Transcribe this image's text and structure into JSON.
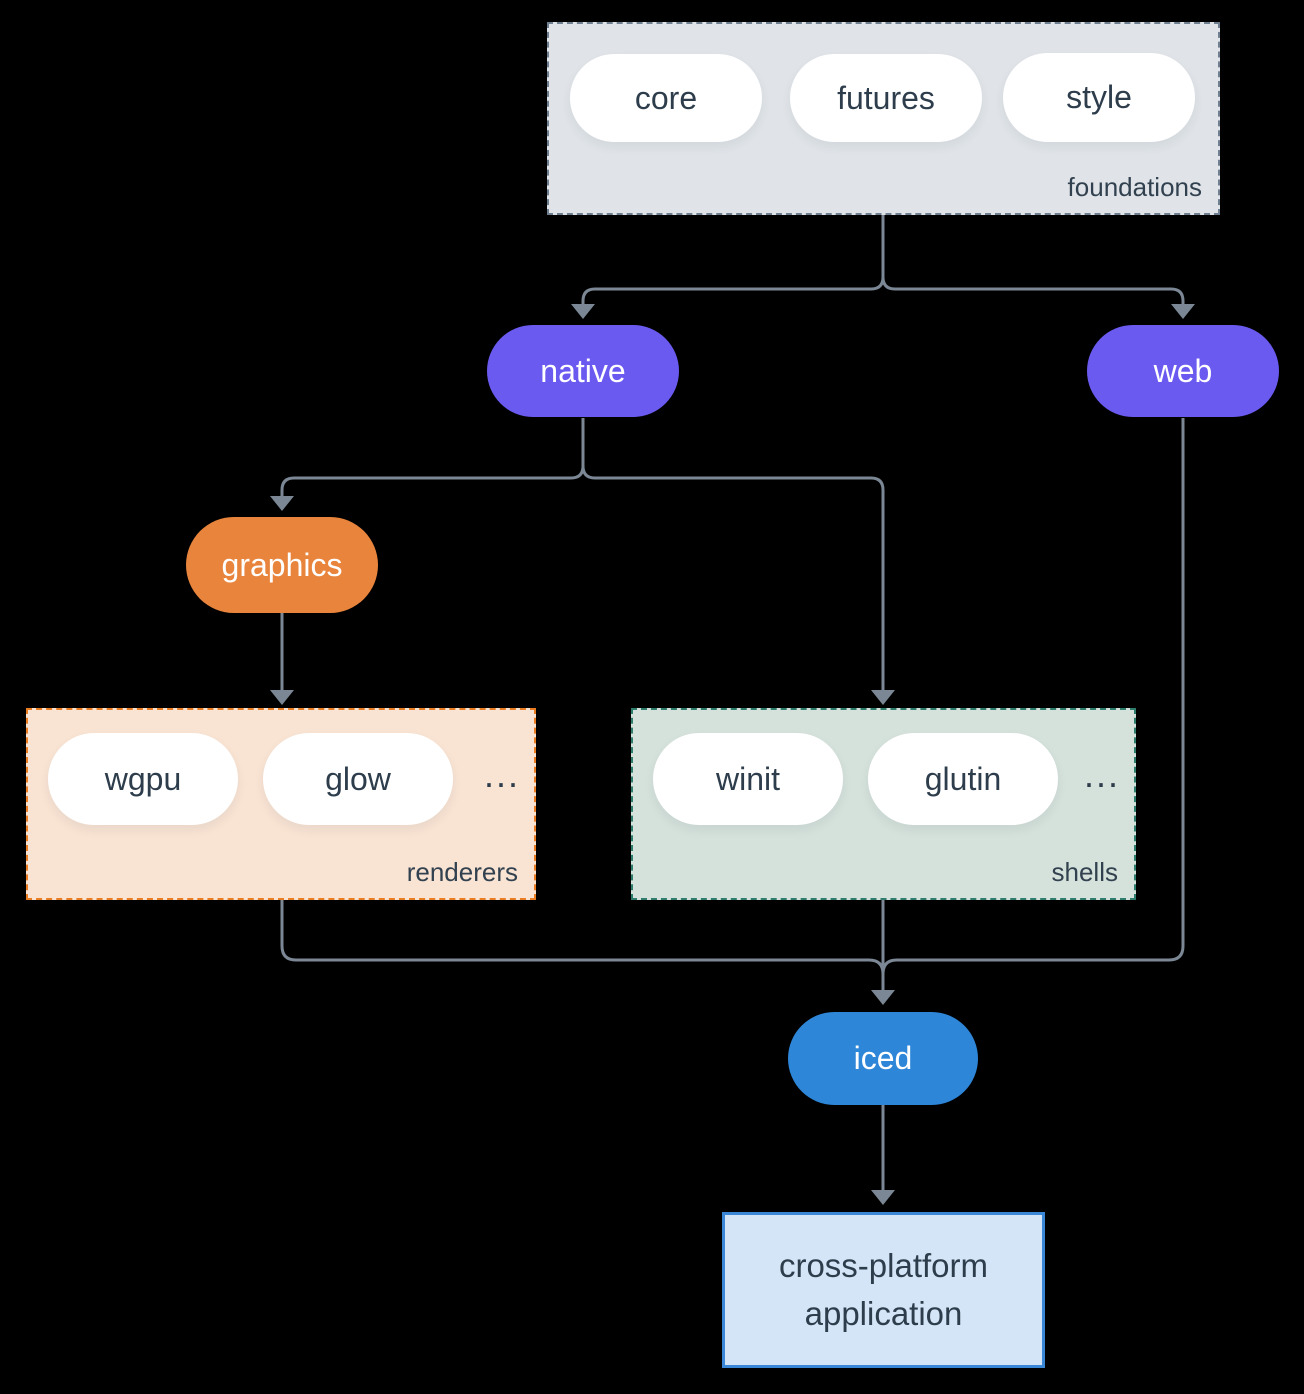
{
  "colors": {
    "background": "#000000",
    "arrow": "#7b8794",
    "node-text": "#2e3d4c",
    "label-text": "#32414f",
    "pill-white": "#ffffff",
    "purple": "#6a5af0",
    "orange": "#e8843c",
    "blue": "#2e86d8",
    "foundations-fill": "#e0e4e8",
    "foundations-border": "#6f7f8f",
    "renderers-fill": "#f9e3d3",
    "renderers-border": "#ea7c22",
    "shells-fill": "#d5e1db",
    "shells-border": "#2f7d6d",
    "app-fill": "#d4e5f7",
    "app-border": "#3a87d8"
  },
  "groups": {
    "foundations": {
      "label": "foundations",
      "pills": [
        "core",
        "futures",
        "style"
      ]
    },
    "renderers": {
      "label": "renderers",
      "pills": [
        "wgpu",
        "glow"
      ],
      "ellipsis": "..."
    },
    "shells": {
      "label": "shells",
      "pills": [
        "winit",
        "glutin"
      ],
      "ellipsis": "..."
    }
  },
  "nodes": {
    "native": "native",
    "web": "web",
    "graphics": "graphics",
    "iced": "iced",
    "application": "cross-platform application"
  }
}
